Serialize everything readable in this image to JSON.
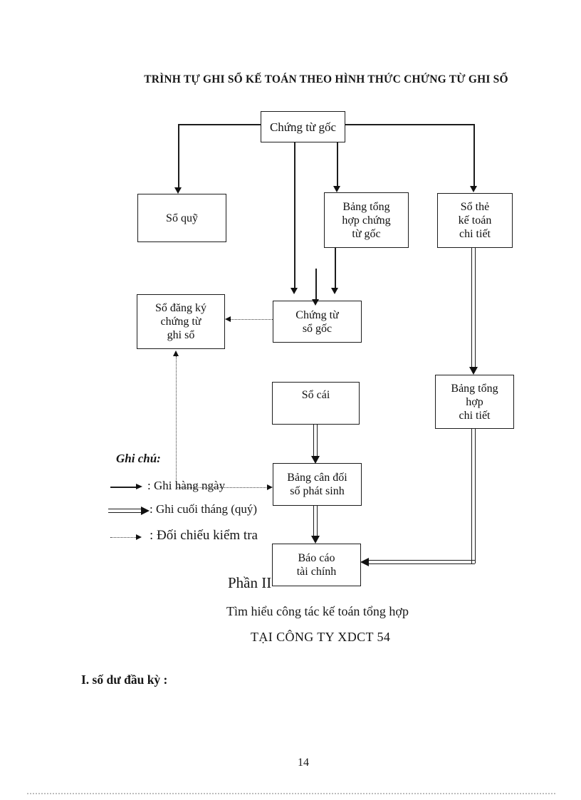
{
  "page": {
    "title": "TRÌNH TỰ GHI SỔ KẾ TOÁN THEO HÌNH THỨC CHỨNG TỪ GHI SỔ",
    "page_number": "14"
  },
  "diagram": {
    "boxes": {
      "chung_tu_goc": {
        "lines": [
          "Chứng từ gốc"
        ]
      },
      "so_quy": {
        "lines": [
          "Sổ quỹ"
        ]
      },
      "bang_tong_hop_chung_tu_goc": {
        "lines": [
          "Bảng tổng",
          "hợp  chứng",
          "từ gốc"
        ]
      },
      "so_the_ke_toan_chi_tiet": {
        "lines": [
          "Sổ thẻ",
          "kế toán",
          "chi tiết"
        ]
      },
      "so_dang_ky": {
        "lines": [
          "Sổ đăng ký",
          "chứng từ",
          "ghi sổ"
        ]
      },
      "chung_tu_so_goc": {
        "lines": [
          "Chứng từ",
          "sổ gốc"
        ]
      },
      "so_cai": {
        "lines": [
          "Sổ cái"
        ]
      },
      "bang_tong_hop_chi_tiet": {
        "lines": [
          "Bảng tổng",
          "hợp",
          "chi tiết"
        ]
      },
      "bang_can_doi": {
        "lines": [
          "Bảng cân đối",
          "số phát sinh"
        ]
      },
      "bao_cao": {
        "lines": [
          "Báo cáo",
          "tài chính"
        ]
      }
    },
    "legend": {
      "heading": "Ghi chú:",
      "items": [
        {
          "label": ": Ghi hàng ngày",
          "style": "solid-arrow"
        },
        {
          "label": ": Ghi cuối tháng (quý)",
          "style": "double-arrow"
        },
        {
          "label": ": Đối chiếu kiểm tra",
          "style": "dotted-arrow"
        }
      ]
    }
  },
  "footer": {
    "part_heading": "Phần II",
    "subtitle": "Tìm hiểu  công tác kế toán tổng hợp",
    "company": "TẠI CÔNG TY XDCT 54",
    "section_heading": "I. số dư đầu kỳ :"
  },
  "colors": {
    "ink": "#1c1c1c",
    "paper": "#ffffff"
  }
}
